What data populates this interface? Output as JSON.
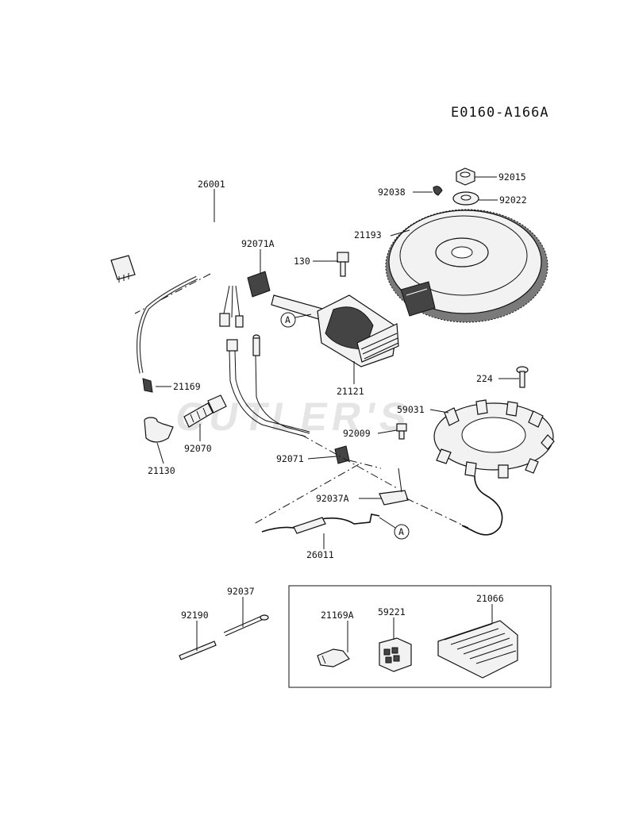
{
  "diagram_code": "E0160-A166A",
  "watermark": "CUTLER'S",
  "callout_marker": "A",
  "parts": [
    {
      "id": "26001"
    },
    {
      "id": "92071A"
    },
    {
      "id": "130"
    },
    {
      "id": "92038"
    },
    {
      "id": "92015"
    },
    {
      "id": "92022"
    },
    {
      "id": "21193"
    },
    {
      "id": "21169"
    },
    {
      "id": "21121"
    },
    {
      "id": "224"
    },
    {
      "id": "59031"
    },
    {
      "id": "92009"
    },
    {
      "id": "92070"
    },
    {
      "id": "21130"
    },
    {
      "id": "92071"
    },
    {
      "id": "92037A"
    },
    {
      "id": "26011"
    },
    {
      "id": "92037"
    },
    {
      "id": "92190"
    },
    {
      "id": "21169A"
    },
    {
      "id": "59221"
    },
    {
      "id": "21066"
    }
  ]
}
